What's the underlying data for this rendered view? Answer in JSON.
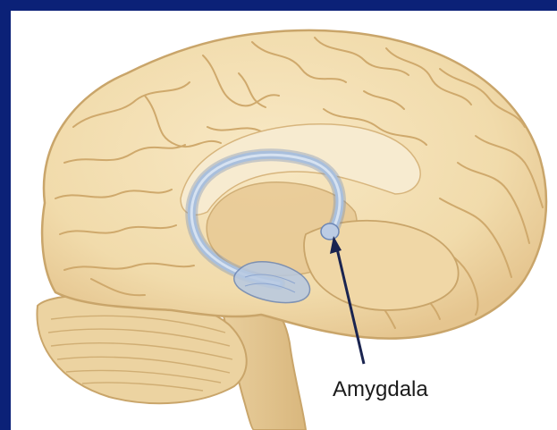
{
  "diagram": {
    "annotation_label": "Amygdala",
    "colors": {
      "frame": "#0b2177",
      "background": "#ffffff",
      "brain_fill": "#f3dfb3",
      "brain_outline": "#c9a56a",
      "brain_shadow": "#e2c592",
      "limbic_structure": "#a9bfdc",
      "limbic_outline": "#6c86b5",
      "arrow": "#1a2450"
    },
    "icons": [
      "brain-illustration",
      "arrow-pointer"
    ]
  }
}
